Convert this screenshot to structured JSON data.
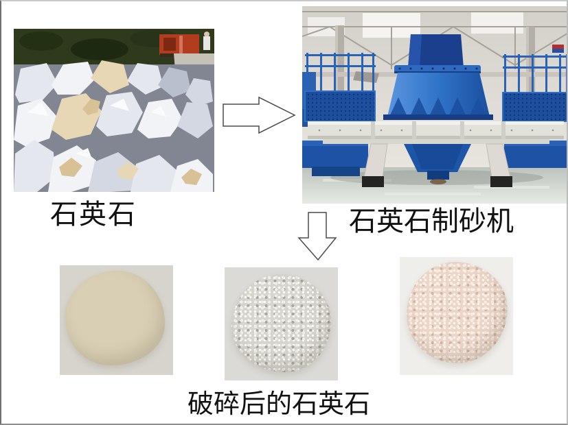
{
  "flow": {
    "source_label": "石英石",
    "machine_label": "石英石制砂机",
    "result_label": "破碎后的石英石"
  },
  "icons": {
    "flow_right": "right-arrow",
    "flow_down": "down-arrow"
  },
  "colors": {
    "background": "#ffffff",
    "label_text": "#111111",
    "arrow_outline": "#4a4a4a",
    "machine_blue": "#2f74c8",
    "machine_navy": "#1b3f8c",
    "quartz_tan": "#d9c196",
    "sand_beige": "#d9cfb4",
    "sand_white": "#d6d5ce",
    "sand_pink": "#ebd7c9"
  }
}
